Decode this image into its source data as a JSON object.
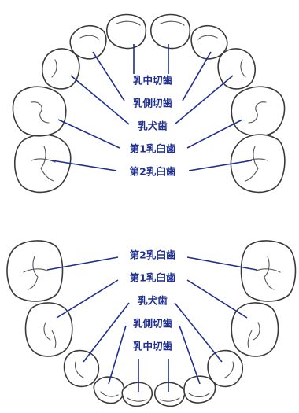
{
  "upper_jaw": {
    "labels": [
      "乳中切歯",
      "乳側切歯",
      "乳犬歯",
      "第1乳臼歯",
      "第2乳臼歯"
    ]
  },
  "lower_jaw": {
    "labels": [
      "第2乳臼歯",
      "第1乳臼歯",
      "乳犬歯",
      "乳側切歯",
      "乳中切歯"
    ]
  },
  "colors": {
    "label_text": "#1f2f8f",
    "leader_line": "#1f2f8f",
    "tooth_outline": "#3a3a3a"
  }
}
